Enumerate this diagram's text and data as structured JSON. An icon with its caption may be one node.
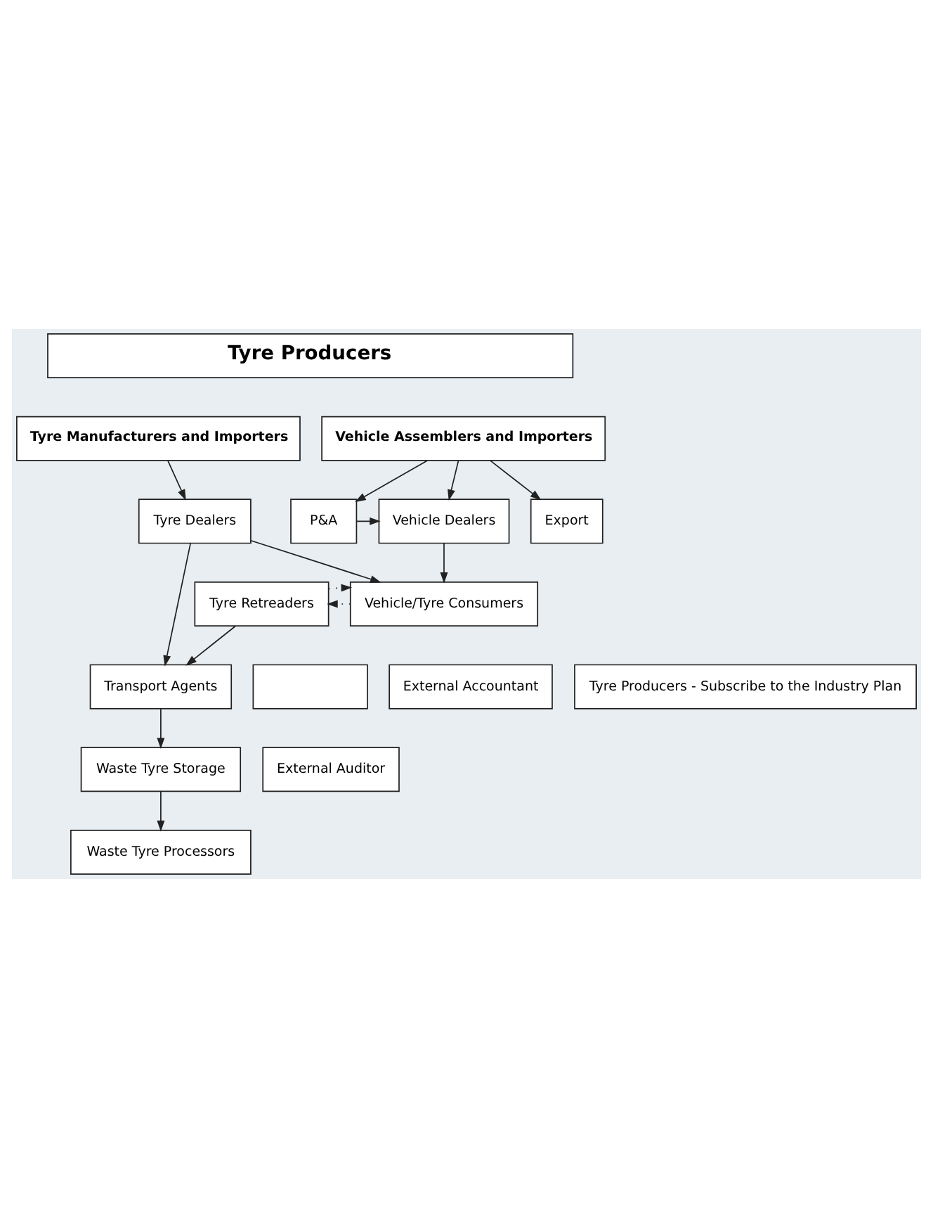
{
  "diagram": {
    "nodes": [
      {
        "text": [
          "Tyre Producers"
        ]
      },
      {
        "text": [
          "Tyre Manufacturers and Importers"
        ]
      },
      {
        "text": [
          "Vehicle Assemblers and Importers"
        ]
      },
      {
        "text": [
          "Tyre Dealers"
        ]
      },
      {
        "text": [
          "P&A"
        ]
      },
      {
        "text": [
          "Vehicle Dealers"
        ]
      },
      {
        "text": [
          "Export"
        ]
      },
      {
        "text": [
          "Tyre Retreaders"
        ]
      },
      {
        "text": [
          "Vehicle/Tyre Consumers"
        ]
      },
      {
        "text": [
          "Tyre Producers - Subscribe to the Industry Plan"
        ]
      },
      {
        "text": [
          "Transport Agents"
        ]
      },
      {
        "text": [],
        "shape": "box"
      },
      {
        "text": [
          "External Accountant"
        ]
      },
      {
        "text": [
          "Waste Tyre Storage"
        ]
      },
      {
        "text": [
          "External Auditor"
        ]
      },
      {
        "text": [
          "Waste Tyre Processors"
        ]
      }
    ],
    "edges": [
      {
        "from": 1,
        "to": 3,
        "arrow": "to"
      },
      {
        "from": 2,
        "to": 4,
        "arrow": "to"
      },
      {
        "from": 2,
        "to": 5,
        "arrow": "to"
      },
      {
        "from": 2,
        "to": 6,
        "arrow": "to"
      },
      {
        "from": 4,
        "to": 5,
        "arrow": "to"
      },
      {
        "from": 3,
        "to": 8,
        "arrow": "to"
      },
      {
        "from": 5,
        "to": 8,
        "arrow": "to"
      },
      {
        "from": 8,
        "to": 7,
        "arrow": "to",
        "style": "dashed"
      },
      {
        "from": 7,
        "to": 8,
        "arrow": "to",
        "style": "dashed"
      },
      {
        "from": 3,
        "to": 10,
        "arrow": "to"
      },
      {
        "from": 7,
        "to": 10,
        "arrow": "to"
      },
      {
        "from": 10,
        "to": 13,
        "arrow": "to"
      },
      {
        "from": 13,
        "to": 15,
        "arrow": "to"
      }
    ]
  }
}
